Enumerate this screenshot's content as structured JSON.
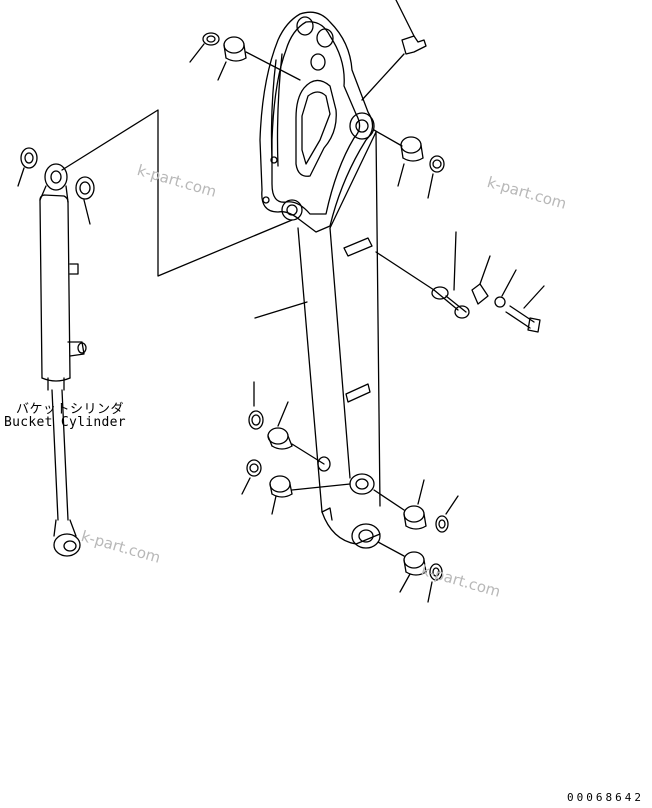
{
  "labels": {
    "bucket_cylinder_jp": "バケットシリンダ",
    "bucket_cylinder_en": "Bucket Cylinder"
  },
  "watermarks": [
    "k-part.com",
    "k-part.com",
    "k-part.com",
    "k-part.com"
  ],
  "document_number": "00068642",
  "colors": {
    "line": "#000000",
    "watermark": "#b8b8b8",
    "background": "#ffffff"
  }
}
